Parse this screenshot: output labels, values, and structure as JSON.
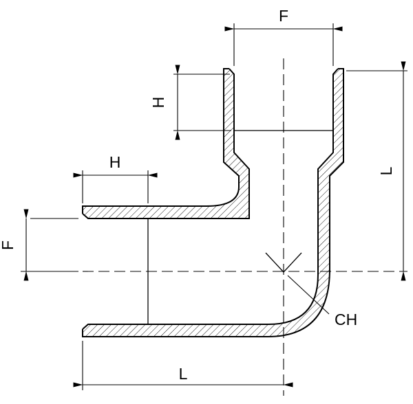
{
  "drawing": {
    "type": "technical-section-drawing",
    "subject": "90-degree female elbow pipe fitting, cross-section with hatched walls",
    "colors": {
      "line": "#000000",
      "background": "#ffffff"
    },
    "labels": {
      "f_top": "F",
      "h_top": "H",
      "l_right": "L",
      "h_left": "H",
      "f_left": "F",
      "l_bottom": "L",
      "ch": "CH"
    }
  }
}
